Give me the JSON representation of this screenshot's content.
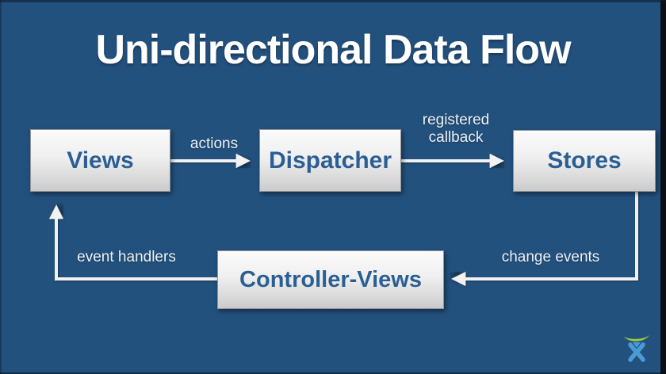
{
  "slide": {
    "title": "Uni-directional Data Flow",
    "background_color": "#23517E",
    "box_text_color": "#2B5F94",
    "arrow_color": "#F2F2F2"
  },
  "boxes": [
    {
      "id": "views",
      "label": "Views"
    },
    {
      "id": "dispatcher",
      "label": "Dispatcher"
    },
    {
      "id": "stores",
      "label": "Stores"
    },
    {
      "id": "controller-views",
      "label": "Controller-Views"
    }
  ],
  "arrows": [
    {
      "from": "views",
      "to": "dispatcher",
      "label": "actions"
    },
    {
      "from": "dispatcher",
      "to": "stores",
      "label": "registered callback"
    },
    {
      "from": "stores",
      "to": "controller-views",
      "label": "change events"
    },
    {
      "from": "controller-views",
      "to": "views",
      "label": "event handlers"
    }
  ],
  "logo": {
    "name": "atlassian-logo",
    "arc_color": "#9ACA3C",
    "figure_color": "#4A9BD5"
  }
}
